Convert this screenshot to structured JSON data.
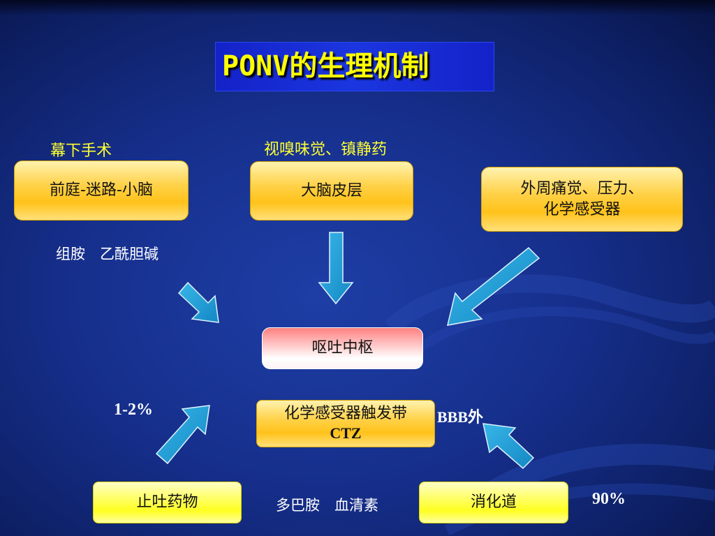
{
  "title": "PONV的生理机制",
  "labels": {
    "subtentorial": "幕下手术",
    "senses": "视嗅味觉、镇静药",
    "neurotransmitters_top": "组胺　乙酰胆碱",
    "neurotransmitters_bottom": "多巴胺　血清素"
  },
  "boxes": {
    "vestibular": "前庭-迷路-小脑",
    "cortex": "大脑皮层",
    "peripheral_line1": "外周痛觉、压力、",
    "peripheral_line2": "化学感受器",
    "vomit_center": "呕吐中枢",
    "ctz_line1": "化学感受器触发带",
    "ctz_line2": "CTZ",
    "antiemetic": "止吐药物",
    "gi_tract": "消化道"
  },
  "stats": {
    "antiemetic_pct": "1-2%",
    "bbb": "BBB外",
    "gi_pct": "90%"
  },
  "colors": {
    "background": "#162f8c",
    "title_bg": "#1b36e0",
    "title_text": "#ffff00",
    "box_gold": "#ffc21a",
    "box_yellow": "#ffff22",
    "arrow": "#1a9fd6"
  },
  "arrow_icon": "blue-block-arrow"
}
